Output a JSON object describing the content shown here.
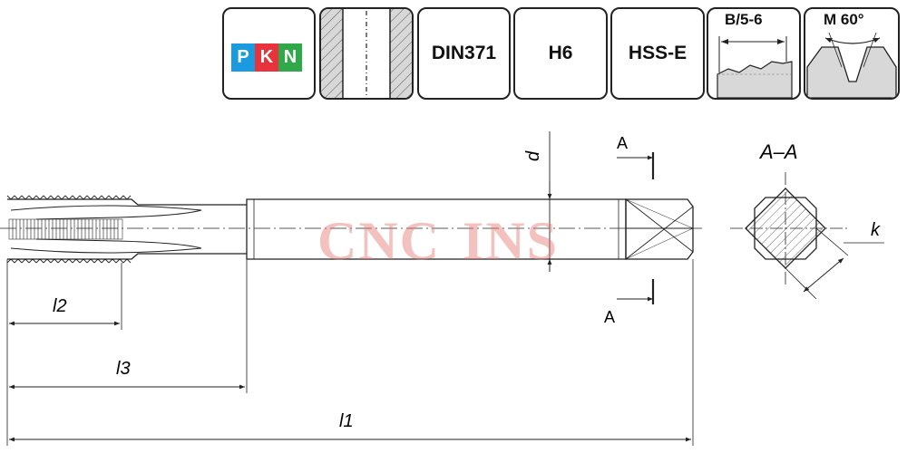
{
  "badges": {
    "pkn": {
      "letters": [
        "P",
        "K",
        "N"
      ],
      "colors": [
        "#1a9be0",
        "#e8323c",
        "#2fa84a"
      ]
    },
    "standard": "DIN371",
    "tolerance": "H6",
    "material": "HSS-E",
    "chamfer": {
      "label": "B/5-6"
    },
    "thread": {
      "label": "M 60°"
    }
  },
  "drawing": {
    "section_marker_top": "A",
    "section_marker_bottom": "A",
    "section_title": "A–A",
    "dim_d": "d",
    "dim_k": "k",
    "dim_l1": "l1",
    "dim_l2": "l2",
    "dim_l3": "l3"
  },
  "watermark": {
    "text_left": "CNC",
    "text_right": "INS"
  }
}
